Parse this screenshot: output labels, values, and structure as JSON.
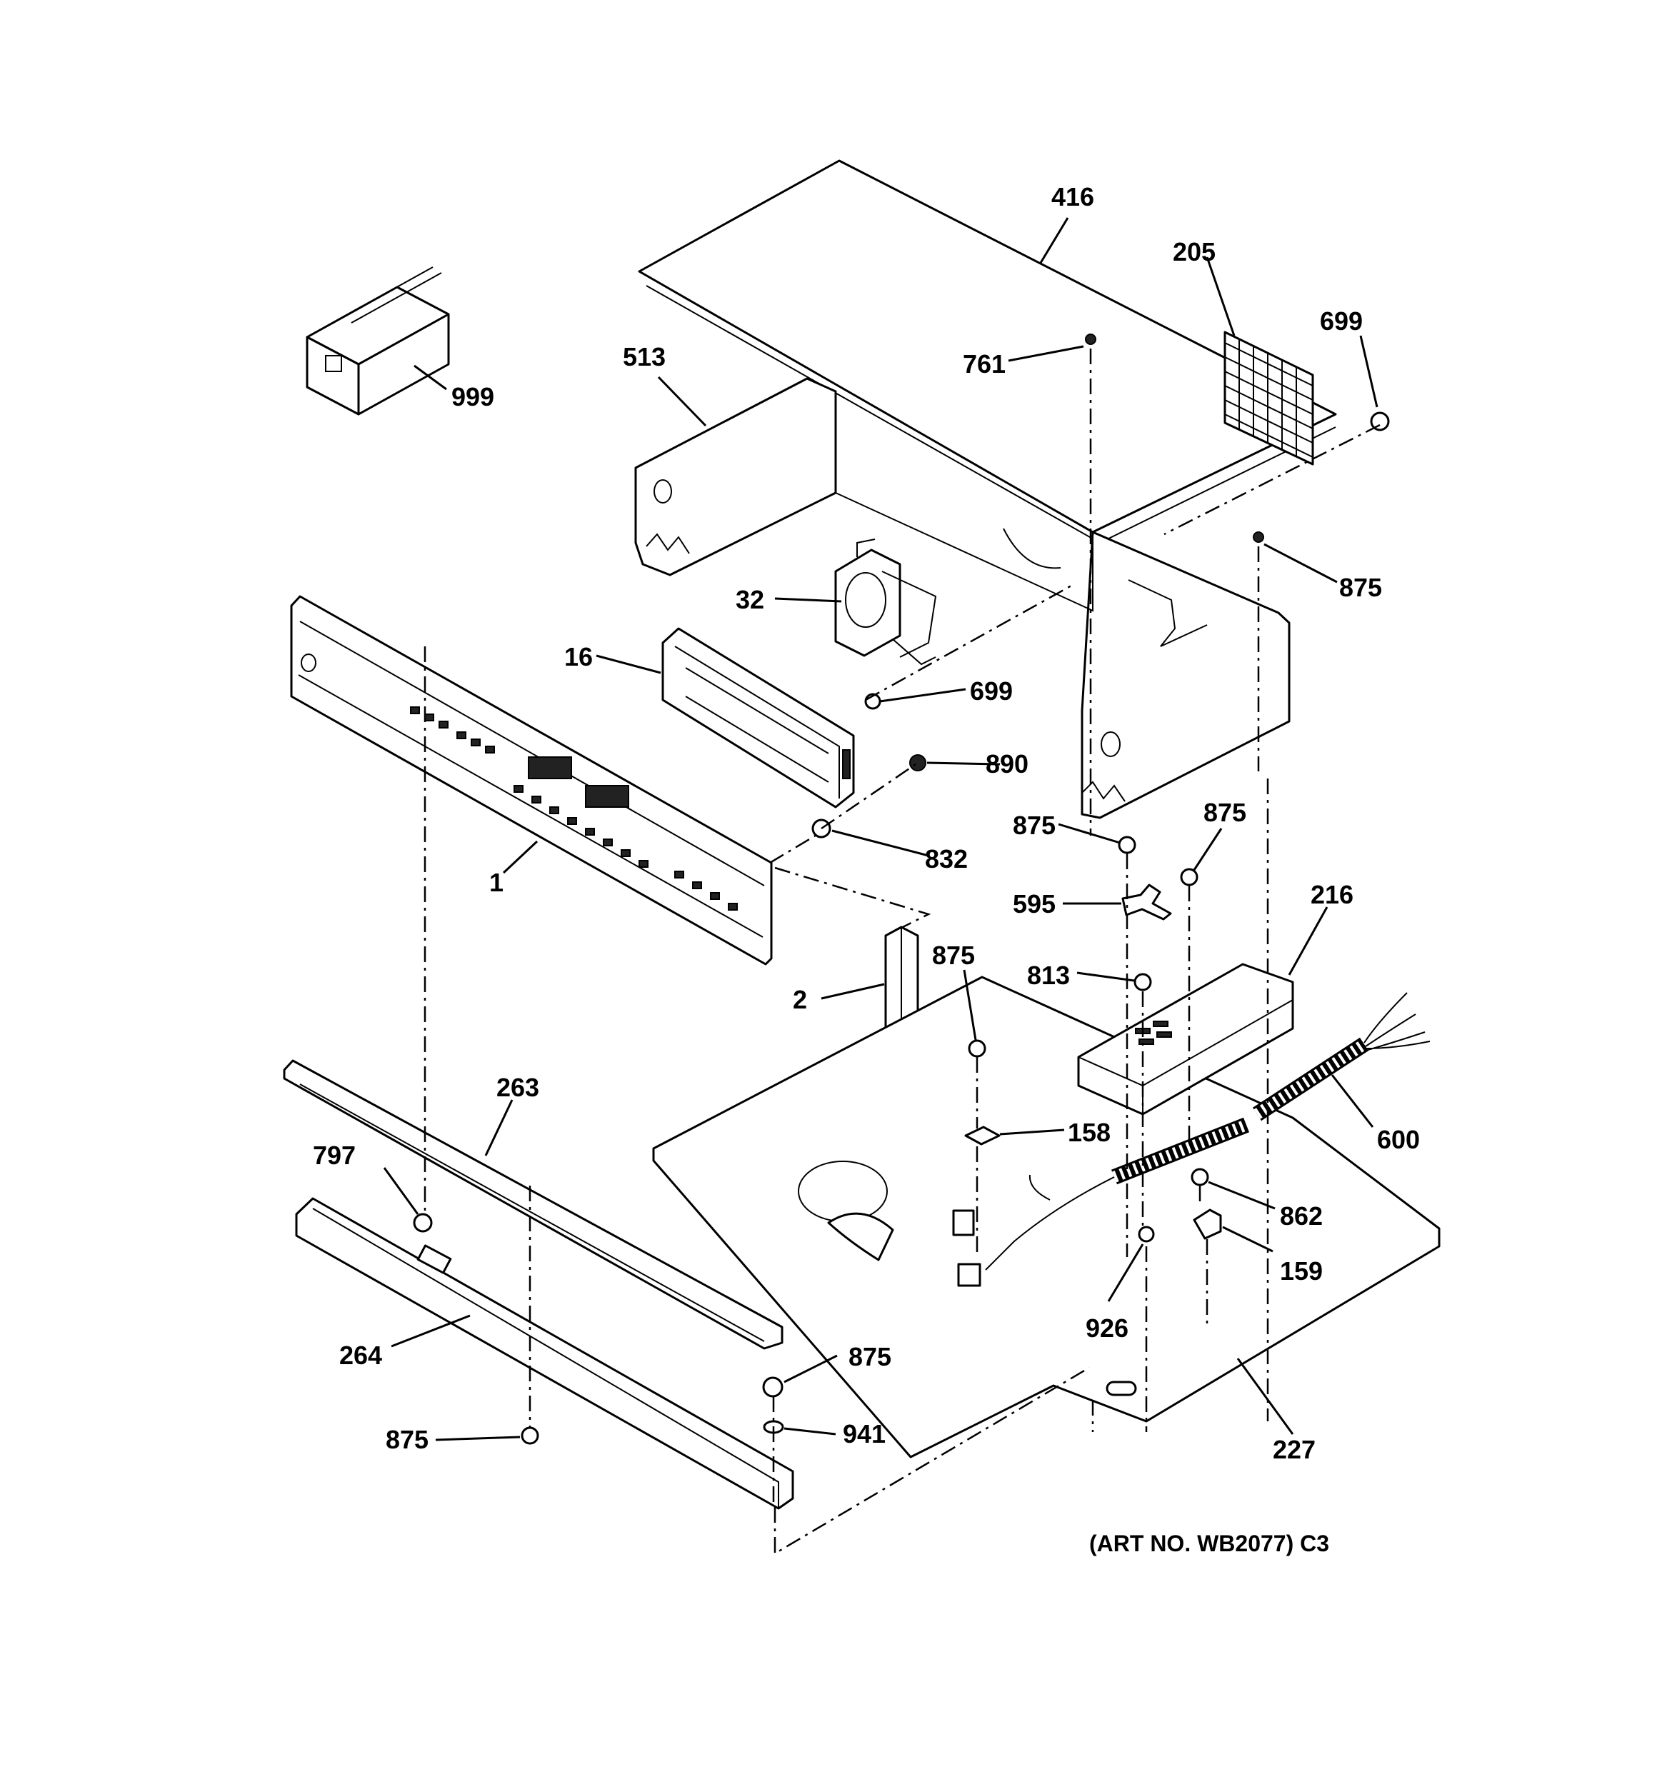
{
  "callouts": {
    "c416": "416",
    "c205": "205",
    "c699a": "699",
    "c513": "513",
    "c761": "761",
    "c999": "999",
    "c875a": "875",
    "c32": "32",
    "c16": "16",
    "c699b": "699",
    "c890": "890",
    "c875b": "875",
    "c875c": "875",
    "c832": "832",
    "c1": "1",
    "c595": "595",
    "c216": "216",
    "c875d": "875",
    "c813": "813",
    "c2": "2",
    "c263": "263",
    "c158": "158",
    "c600": "600",
    "c797": "797",
    "c862": "862",
    "c159": "159",
    "c926": "926",
    "c264": "264",
    "c875e": "875",
    "c941": "941",
    "c875f": "875",
    "c227": "227"
  },
  "caption": "(ART NO. WB2077) C3"
}
